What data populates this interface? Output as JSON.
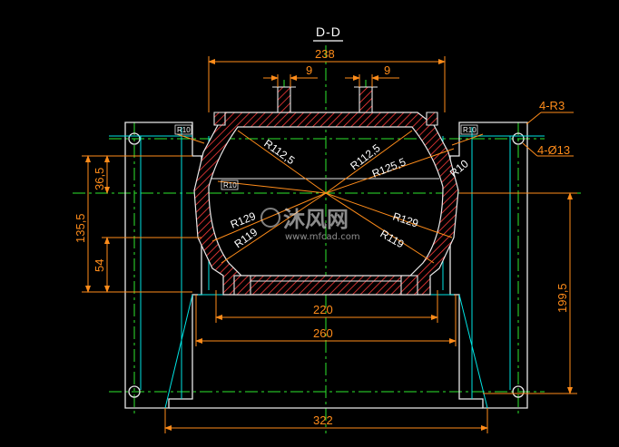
{
  "drawing": {
    "title": "D-D",
    "colors": {
      "background": "#000000",
      "outline": "#e8e8e8",
      "cyan_lines": "#00e5e5",
      "center_lines": "#2ee62e",
      "dimensions": "#ff8c1a",
      "hatch": "#ff3b3b"
    },
    "dimensions": {
      "top_width": "238",
      "slot_left": "9",
      "slot_right": "9",
      "width_220": "220",
      "width_260": "260",
      "width_322": "322",
      "height_135_5": "135,5",
      "height_36_5": "36,5",
      "height_54": "54",
      "height_199_5": "199,5"
    },
    "radii": {
      "r10_top_left": "R10",
      "r10_top_right": "R10",
      "r10_mid_left": "R10",
      "r10_right": "R10",
      "r112_5_left": "R112,5",
      "r112_5_right": "R112,5",
      "r125_5": "R125,5",
      "r129": "R129",
      "r119": "R119",
      "r129_left": "R129",
      "r119_left": "R119"
    },
    "callouts": {
      "corner_radius": "4-R3",
      "holes": "4-Ø13"
    },
    "watermark": {
      "brand": "沐风网",
      "url": "www.mfcad.com"
    }
  }
}
